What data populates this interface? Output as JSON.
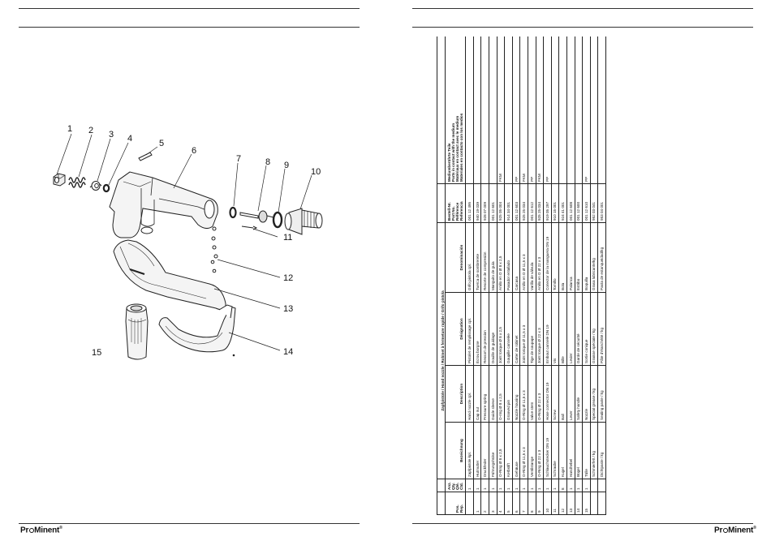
{
  "brand": "ProMinent",
  "callouts": [
    "1",
    "2",
    "3",
    "4",
    "5",
    "6",
    "7",
    "8",
    "9",
    "10",
    "11",
    "12",
    "13",
    "14",
    "15"
  ],
  "table": {
    "title": "Zapfpistole / Hand nozzle / Robinet à fermeture rapide / Grifo pistola",
    "header": {
      "pos": [
        "Pos.",
        "Rep."
      ],
      "qty": [
        "Anz.",
        "Qty.",
        "Qté.",
        "Ctd."
      ],
      "bezeichnung": "Bezeichnung",
      "description": "Description",
      "designation": "Désignation",
      "denominacion": "Denominación",
      "bestell": [
        "Bestell-Nr.",
        "Part No.",
        "Référence",
        "Referencia"
      ],
      "medium": [
        "Mediumberührte Teile",
        "Parts in contact with the medium",
        "Matériaux en contact avec le medium",
        "Materiales en contacto con los medios"
      ]
    },
    "rows": [
      {
        "pos": "",
        "qty": "1",
        "de": "Zapfpistole kpl.",
        "en": "Hand nozzle cpl.",
        "fr": "Pistolet de remplissage cpl.",
        "es": "Grifo pistola cpl.",
        "part": "001 12 495",
        "medium": ""
      },
      {
        "pos": "1",
        "qty": "1",
        "de": "Hutmutter",
        "en": "Cap nut",
        "fr": "Écrou borgne",
        "es": "Tuerca de sombrerete",
        "part": "940 19 039",
        "medium": ""
      },
      {
        "pos": "2",
        "qty": "1",
        "de": "Druckfeder",
        "en": "Pressure spring",
        "fr": "Ressort de pression",
        "es": "Resorte de compresión",
        "part": "928 07 009",
        "medium": ""
      },
      {
        "pos": "3",
        "qty": "1",
        "de": "Führungshülse",
        "en": "Guide sleeve",
        "fr": "Douille de guidage",
        "es": "Manguito de guía",
        "part": "001 12 601",
        "medium": ""
      },
      {
        "pos": "4",
        "qty": "1",
        "de": "O-Ring Ø 8 x 2,5",
        "en": "O-ring Ø 8 x 2,5",
        "fr": "Joint torique Ø 8 x 2,5",
        "es": "Anillo en O Ø 8 x 2,5",
        "part": "925 05 004",
        "medium": "FKM"
      },
      {
        "pos": "5",
        "qty": "1",
        "de": "Kerbstift",
        "en": "Grooved pin",
        "fr": "Goupille cannelée",
        "es": "Pasador entallado",
        "part": "914 34 001",
        "medium": ""
      },
      {
        "pos": "6",
        "qty": "1",
        "de": "Gehäuse",
        "en": "Nozzle housing",
        "fr": "Carter de robinet",
        "es": "Carcasa",
        "part": "001 12 603",
        "medium": "PP"
      },
      {
        "pos": "7",
        "qty": "1",
        "de": "O-Ring Ø 11,5 x 3",
        "en": "O-Ring Ø 11,5 x 3",
        "fr": "Joint torique Ø 11,5 x 3",
        "es": "Anillo en O Ø 11,5 x 3",
        "part": "925 25 034",
        "medium": "FKM"
      },
      {
        "pos": "8",
        "qty": "1",
        "de": "Ventilstange",
        "en": "Valve stem",
        "fr": "Tige de soupape",
        "es": "Varilla de válvula",
        "part": "001 12 612",
        "medium": "PP"
      },
      {
        "pos": "9",
        "qty": "1",
        "de": "O-Ring Ø 22 x 3",
        "en": "O-Ring Ø 22 x 3",
        "fr": "Joint torique Ø 22 x 3",
        "es": "Anillo en O Ø 22 x 3",
        "part": "925 25 034",
        "medium": "FKM"
      },
      {
        "pos": "10",
        "qty": "1",
        "de": "Schlauchstecker DN 19",
        "en": "Hose connector DN 19",
        "fr": "Embout cannelé DN 19",
        "es": "Conector de la manguera DN 19",
        "part": "919 05 297",
        "medium": "PP"
      },
      {
        "pos": "11",
        "qty": "1",
        "de": "Schraube",
        "en": "Screw",
        "fr": "Vis",
        "es": "Tornillo",
        "part": "910 15 001",
        "medium": ""
      },
      {
        "pos": "12",
        "qty": "8",
        "de": "Kugel",
        "en": "Ball",
        "fr": "Bille",
        "es": "Bola",
        "part": "924 41 001",
        "medium": ""
      },
      {
        "pos": "13",
        "qty": "1",
        "de": "Handhebel",
        "en": "Lever",
        "fr": "Levier",
        "es": "Palanca",
        "part": "001 12 608",
        "medium": ""
      },
      {
        "pos": "14",
        "qty": "1",
        "de": "Bügel",
        "en": "Safety handle",
        "fr": "Garde de sécurité",
        "es": "Estribo",
        "part": "001 12 600",
        "medium": ""
      },
      {
        "pos": "15",
        "qty": "1",
        "de": "Tülle",
        "en": "Nozzle",
        "fr": "Sortie conique",
        "es": "Boquilla",
        "part": "001 12 610",
        "medium": "PP"
      },
      {
        "pos": "",
        "qty": "",
        "de": "Schmierfett / kg",
        "en": "Special grease / kg",
        "fr": "Graisse spéciale / kg",
        "es": "Grasa lubricante/kg",
        "part": "952 03 041",
        "medium": ""
      },
      {
        "pos": "",
        "qty": "",
        "de": "Dichtpaste / kg",
        "en": "Sealing paste / kg",
        "fr": "Pâte d'étanchéité / kg",
        "es": "Pasta de estanqueidad/kg",
        "part": "953 04 001",
        "medium": ""
      }
    ]
  }
}
